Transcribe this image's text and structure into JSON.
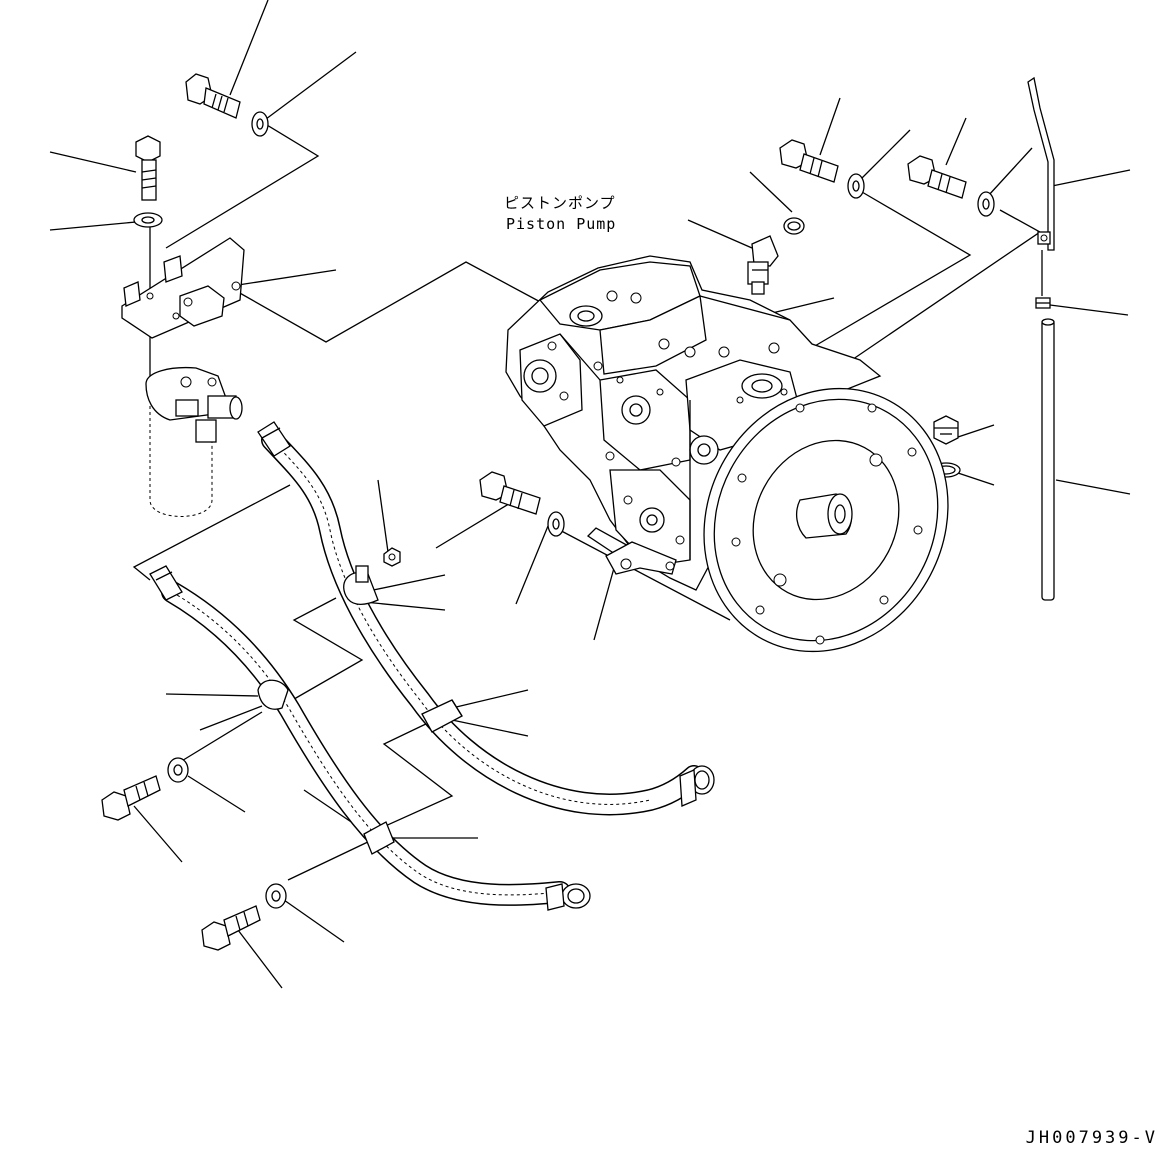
{
  "labels": {
    "piston_pump_jp": "ピストンポンプ",
    "piston_pump_en": "Piston Pump",
    "drawing_code": "JH007939-V"
  },
  "parts": [
    "bolt",
    "washer",
    "o-ring",
    "elbow-fitting",
    "plug",
    "dipstick-tube",
    "tube-clip",
    "drain-tube",
    "bracket",
    "oil-filter",
    "hose",
    "hose-clamp",
    "nut",
    "pump-body",
    "flywheel-housing",
    "lever"
  ]
}
